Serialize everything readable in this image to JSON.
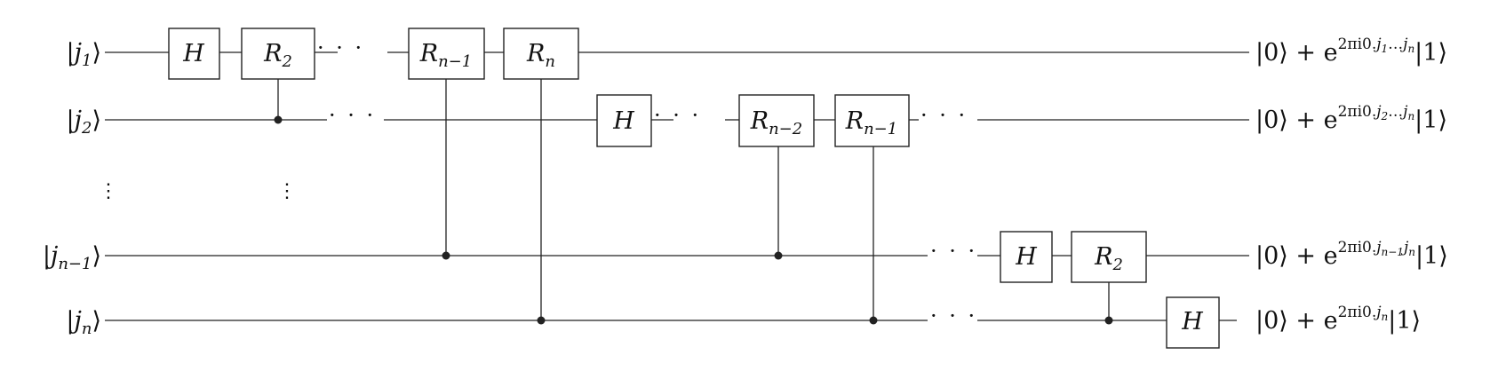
{
  "inputs": [
    {
      "var": "j",
      "sub": "1"
    },
    {
      "var": "j",
      "sub": "2"
    },
    {
      "var": "j",
      "sub": "n−1"
    },
    {
      "var": "j",
      "sub": "n"
    }
  ],
  "gates": [
    {
      "label": "H",
      "sub": ""
    },
    {
      "label": "R",
      "sub": "2"
    },
    {
      "label": "R",
      "sub": "n−1"
    },
    {
      "label": "R",
      "sub": "n"
    },
    {
      "label": "H",
      "sub": ""
    },
    {
      "label": "R",
      "sub": "n−2"
    },
    {
      "label": "R",
      "sub": "n−1"
    },
    {
      "label": "H",
      "sub": ""
    },
    {
      "label": "R",
      "sub": "2"
    },
    {
      "label": "H",
      "sub": ""
    }
  ],
  "outputs": [
    {
      "prefix": "|0⟩ + e",
      "exp_pre": "2πi0.",
      "exp_sub1": "1",
      "exp_mid": "…",
      "exp_sub2": "n",
      "suffix": "|1⟩"
    },
    {
      "prefix": "|0⟩ + e",
      "exp_pre": "2πi0.",
      "exp_sub1": "2",
      "exp_mid": "…",
      "exp_sub2": "n",
      "suffix": "|1⟩"
    },
    {
      "prefix": "|0⟩ + e",
      "exp_pre": "2πi0.",
      "exp_sub1": "n−1",
      "exp_mid": "",
      "exp_sub2": "n",
      "suffix": "|1⟩"
    },
    {
      "prefix": "|0⟩ + e",
      "exp_pre": "2πi0.",
      "exp_sub1": "n",
      "exp_mid": "",
      "exp_sub2": "",
      "suffix": "|1⟩"
    }
  ],
  "ellipsis": "· · ·",
  "vdots": "⋮"
}
